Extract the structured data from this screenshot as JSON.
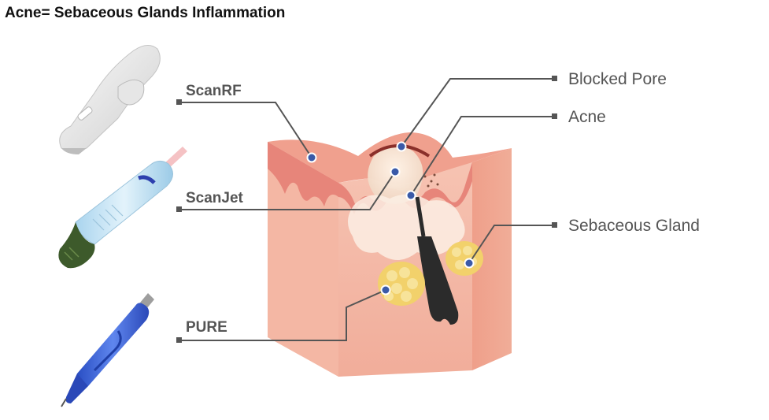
{
  "title": "Acne= Sebaceous Glands Inflammation",
  "devices": [
    {
      "label": "ScanRF",
      "icon": "scanrf-handpiece-icon"
    },
    {
      "label": "ScanJet",
      "icon": "scanjet-handpiece-icon"
    },
    {
      "label": "PURE",
      "icon": "pure-pen-icon"
    }
  ],
  "parts": [
    {
      "label": "Blocked Pore"
    },
    {
      "label": "Acne"
    },
    {
      "label": "Sebaceous Gland"
    }
  ],
  "colors": {
    "leader_line": "#555555",
    "marker_dot": "#3a5aa8",
    "skin_front": "#f2b3a1",
    "skin_epidermis": "#e9897b",
    "gland": "#f2d16b",
    "hair": "#2b2b2b",
    "pure_pen": "#3b63d6",
    "scanjet_body": "#bfe0f3",
    "scanjet_tip": "#3d5a2b"
  }
}
